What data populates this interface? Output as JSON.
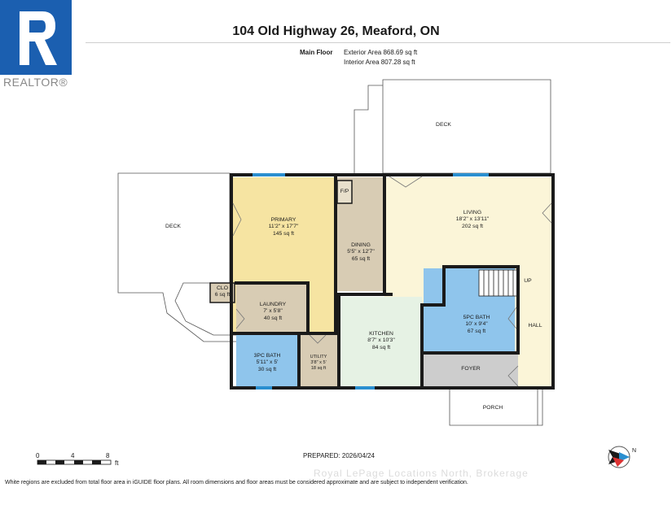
{
  "brand": {
    "logo_text": "REALTOR®",
    "logo_color": "#1b5fb0"
  },
  "header": {
    "title": "104 Old Highway 26, Meaford, ON",
    "floor_label": "Main Floor",
    "exterior_area": "Exterior Area 868.69 sq ft",
    "interior_area": "Interior Area 807.28 sq ft"
  },
  "colors": {
    "primary": "#f6e4a2",
    "living": "#fbf5d8",
    "dining": "#d8ccb4",
    "laundry": "#d8ccb4",
    "kitchen": "#e6f2e4",
    "bath": "#8fc5ec",
    "foyer": "#cdcdcd",
    "wall": "#1a1a1a",
    "window": "#2a8fd0"
  },
  "rooms": {
    "deck_left": {
      "name": "DECK"
    },
    "deck_top": {
      "name": "DECK"
    },
    "primary": {
      "name": "PRIMARY",
      "dims": "11'2\" x 17'7\"",
      "area": "145 sq ft"
    },
    "fp": {
      "name": "F/P"
    },
    "dining": {
      "name": "DINING",
      "dims": "5'5\" x 12'7\"",
      "area": "65 sq ft"
    },
    "living": {
      "name": "LIVING",
      "dims": "18'2\" x 13'11\"",
      "area": "202 sq ft"
    },
    "clo": {
      "name": "CLO",
      "area": "6 sq ft"
    },
    "laundry": {
      "name": "LAUNDRY",
      "dims": "7' x 5'8\"",
      "area": "40 sq ft"
    },
    "kitchen": {
      "name": "KITCHEN",
      "dims": "8'7\" x 10'3\"",
      "area": "84 sq ft"
    },
    "bath5": {
      "name": "5PC BATH",
      "dims": "10' x 9'4\"",
      "area": "67 sq ft"
    },
    "bath3": {
      "name": "3PC BATH",
      "dims": "5'11\" x 5'",
      "area": "30 sq ft"
    },
    "utility": {
      "name": "UTILITY",
      "dims": "3'8\" x 5'",
      "area": "18 sq ft"
    },
    "foyer": {
      "name": "FOYER"
    },
    "porch": {
      "name": "PORCH"
    },
    "hall": {
      "name": "HALL"
    },
    "up": {
      "name": "UP"
    }
  },
  "scale": {
    "ticks": [
      "0",
      "4",
      "8"
    ],
    "unit": "ft"
  },
  "prepared": "PREPARED: 2026/04/24",
  "disclaimer": "White regions are excluded from total floor area in iGUIDE floor plans. All room dimensions and floor areas must be considered approximate and are subject to independent verification.",
  "watermark": "Royal LePage Locations North, Brokerage"
}
